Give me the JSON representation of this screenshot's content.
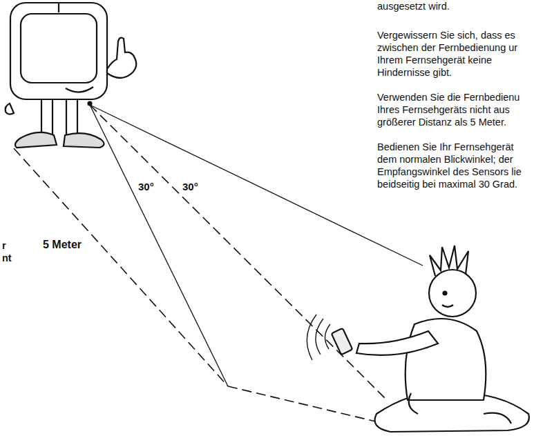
{
  "diagram": {
    "labels": [
      "ausgesetzt wird.",
      "Vergewissern Sie sich, dass es zwischen der Fernbedienung ur Ihrem Fernsehgerät keine Hindernisse gibt.",
      "Verwenden Sie die Fernbedienu Ihres Fernsehgeräts nicht aus größerer Distanz als 5 Meter.",
      "Bedienen Sie Ihr Fernsehgerät dem normalen Blickwinkel; der Empfangswinkel des Sensors lie beidseitig bei maximal 30 Grad.",
      "30°",
      "30°",
      "5 Meter",
      "r",
      "nt"
    ]
  }
}
